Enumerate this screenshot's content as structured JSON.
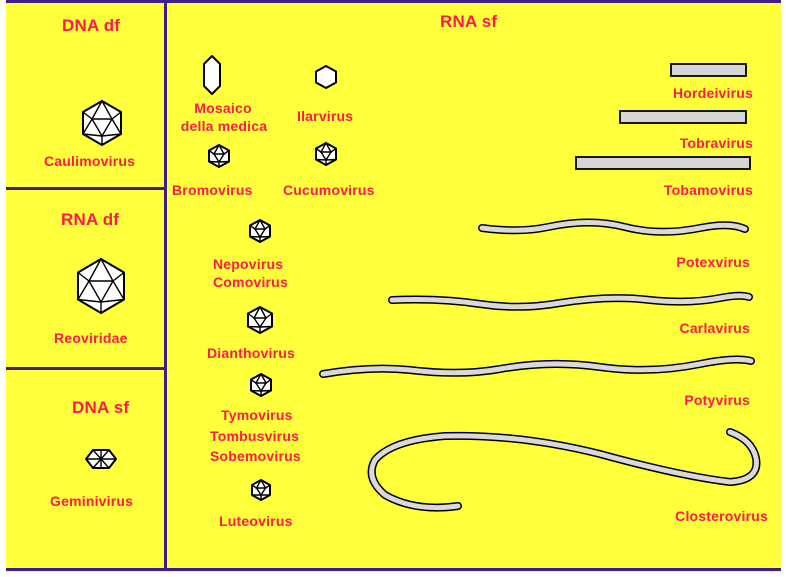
{
  "colors": {
    "background": "#ffff3c",
    "dividers": "#3d1f8f",
    "labels": "#ff1a4a"
  },
  "sections": {
    "dna_df": "DNA df",
    "rna_df": "RNA df",
    "dna_sf": "DNA sf",
    "rna_sf": "RNA sf"
  },
  "viruses": {
    "caulimovirus": "Caulimovirus",
    "reoviridae": "Reoviridae",
    "geminivirus": "Geminivirus",
    "mosaico_line1": "Mosaico",
    "mosaico_line2": "della medica",
    "ilarvirus": "Ilarvirus",
    "bromovirus": "Bromovirus",
    "cucumovirus": "Cucumovirus",
    "nepovirus": "Nepovirus",
    "comovirus": "Comovirus",
    "dianthovirus": "Dianthovirus",
    "tymovirus": "Tymovirus",
    "tombusvirus": "Tombusvirus",
    "sobemovirus": "Sobemovirus",
    "luteovirus": "Luteovirus",
    "hordeivirus": "Hordeivirus",
    "tobravirus": "Tobravirus",
    "tobamovirus": "Tobamovirus",
    "potexvirus": "Potexvirus",
    "carlavirus": "Carlavirus",
    "potyvirus": "Potyvirus",
    "closterovirus": "Closterovirus"
  }
}
